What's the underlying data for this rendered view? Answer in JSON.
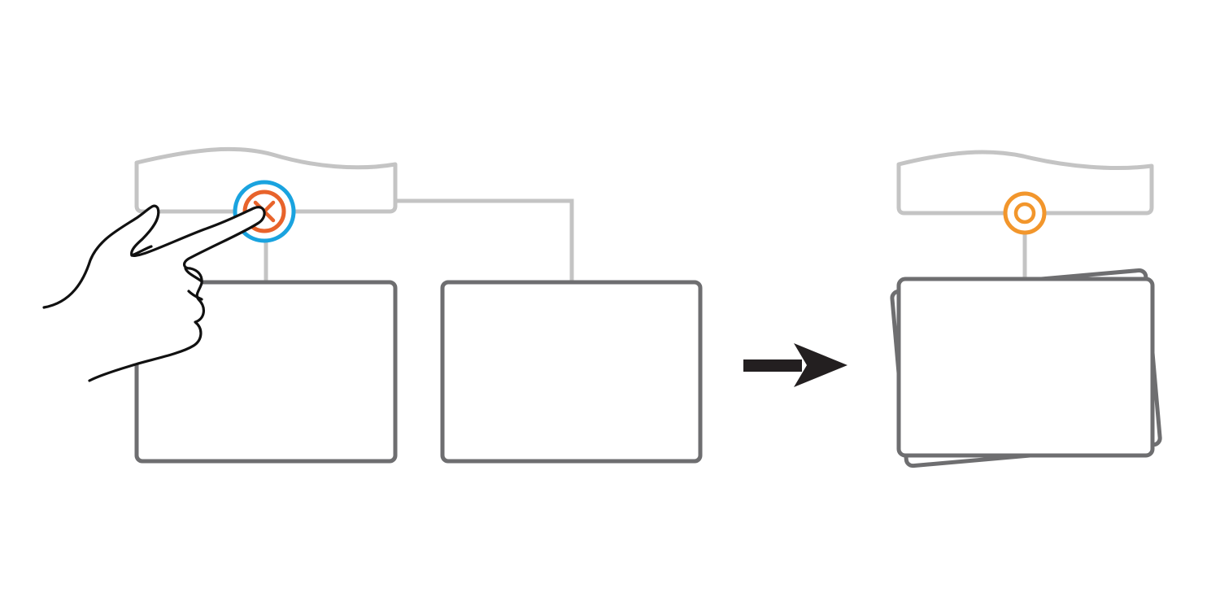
{
  "colors": {
    "background": "#ffffff",
    "group_outline": "#c4c4c4",
    "card_outline": "#6e6e70",
    "touch_ring": "#1aa3df",
    "collapse_button": "#e8632b",
    "expand_button": "#f2962c",
    "arrow": "#231f20",
    "hand_outline": "#111111"
  },
  "before": {
    "parent_node": {
      "shape": "wavy-header"
    },
    "collapse_button": {
      "icon": "x-icon",
      "state": "being-tapped"
    },
    "child_cards": [
      {
        "id": "card-1"
      },
      {
        "id": "card-2"
      }
    ],
    "gesture": {
      "icon": "pointing-hand-icon"
    }
  },
  "transition": {
    "icon": "right-arrow-icon"
  },
  "after": {
    "parent_node": {
      "shape": "wavy-header"
    },
    "expand_button": {
      "icon": "ring-icon"
    },
    "collapsed_stack": {
      "cards_in_stack": 2
    }
  }
}
